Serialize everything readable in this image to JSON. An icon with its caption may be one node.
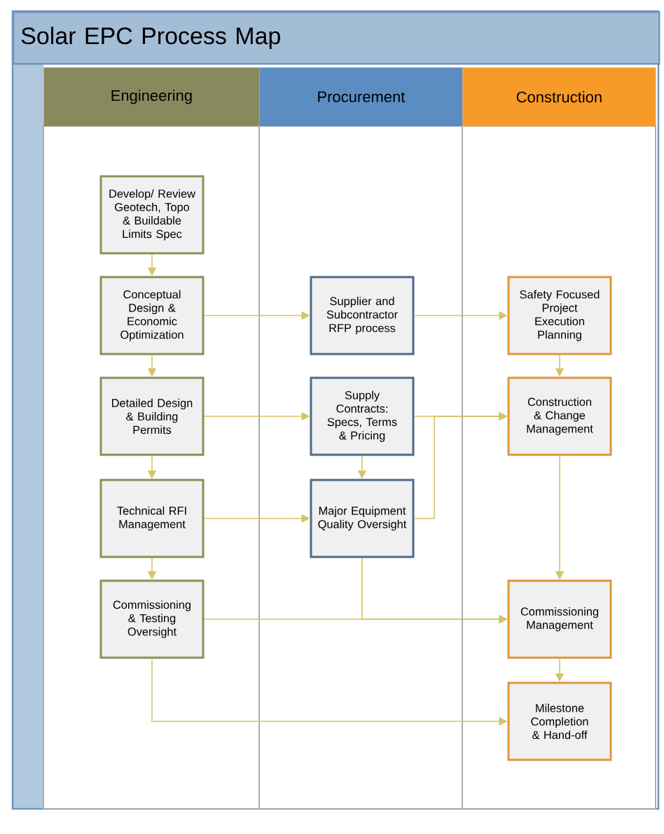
{
  "diagram": {
    "nodes": [
      {
        "text": [
          "Solar EPC Process Map"
        ]
      },
      {
        "text": [
          "Engineering"
        ],
        "in": 0
      },
      {
        "text": [
          "Procurement"
        ],
        "in": 0
      },
      {
        "text": [
          "Construction"
        ],
        "in": 0
      },
      {
        "text": [
          "Develop/ Review Geotech, Topo & Buildable Limits Spec"
        ],
        "in": 1
      },
      {
        "text": [
          "Conceptual Design & Economic Optimization"
        ],
        "in": 1
      },
      {
        "text": [
          "Detailed Design & Building Permits"
        ],
        "in": 1
      },
      {
        "text": [
          "Technical RFI Management"
        ],
        "in": 1
      },
      {
        "text": [
          "Commissioning & Testing Oversight"
        ],
        "in": 1
      },
      {
        "text": [
          "Supplier and Subcontractor RFP process"
        ],
        "in": 2
      },
      {
        "text": [
          "Supply Contracts: Specs, Terms & Pricing"
        ],
        "in": 2
      },
      {
        "text": [
          "Major Equipment Quality Oversight"
        ],
        "in": 2
      },
      {
        "text": [
          "Safety Focused Project Execution Planning"
        ],
        "in": 3
      },
      {
        "text": [
          "Construction & Change Management"
        ],
        "in": 3
      },
      {
        "text": [
          "Commissioning Management"
        ],
        "in": 3
      },
      {
        "text": [
          "Milestone Completion & Hand-off"
        ],
        "in": 3
      }
    ],
    "edges": [
      {
        "from": 4,
        "to": 5,
        "arrow": "to"
      },
      {
        "from": 5,
        "to": 6,
        "arrow": "to"
      },
      {
        "from": 6,
        "to": 7,
        "arrow": "to"
      },
      {
        "from": 7,
        "to": 8,
        "arrow": "to"
      },
      {
        "from": 5,
        "to": 9,
        "arrow": "to"
      },
      {
        "from": 9,
        "to": 12,
        "arrow": "to"
      },
      {
        "from": 6,
        "to": 10,
        "arrow": "to"
      },
      {
        "from": 10,
        "to": 11,
        "arrow": "to"
      },
      {
        "from": 7,
        "to": 11,
        "arrow": "to"
      },
      {
        "from": 10,
        "to": 13,
        "arrow": "to"
      },
      {
        "from": 11,
        "to": 13,
        "arrow": "to"
      },
      {
        "from": 11,
        "to": 14,
        "arrow": "to"
      },
      {
        "from": 8,
        "to": 14,
        "arrow": "to"
      },
      {
        "from": 8,
        "to": 15,
        "arrow": "to"
      },
      {
        "from": 12,
        "to": 13,
        "arrow": "to"
      },
      {
        "from": 13,
        "to": 14,
        "arrow": "to"
      },
      {
        "from": 14,
        "to": 15,
        "arrow": "to"
      }
    ]
  }
}
